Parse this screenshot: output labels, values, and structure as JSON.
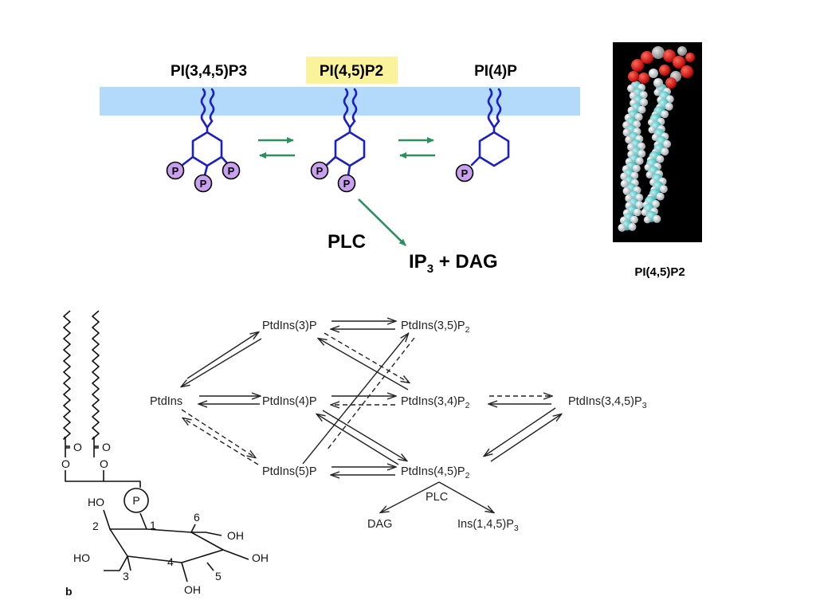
{
  "colors": {
    "membrane": "#b3d9fb",
    "lipid": "#1b1fc6",
    "arrow_green": "#2e8f5e",
    "phosphate_fill": "#c9a0ee",
    "highlight": "#fbf39b"
  },
  "top_diagram": {
    "labels": {
      "pip3": "PI(3,4,5)P3",
      "pip2": "PI(4,5)P2",
      "pi4p": "PI(4)P"
    },
    "phosphate": "P",
    "plc": "PLC",
    "products": {
      "ip": "IP",
      "sub": "3",
      "rest": " + DAG"
    }
  },
  "model": {
    "caption": "PI(4,5)P2"
  },
  "network": {
    "ptdins": "PtdIns",
    "p3": "PtdIns(3)P",
    "p4": "PtdIns(4)P",
    "p5": "PtdIns(5)P",
    "p35": {
      "base": "PtdIns(3,5)P",
      "sub": "2"
    },
    "p34": {
      "base": "PtdIns(3,4)P",
      "sub": "2"
    },
    "p45": {
      "base": "PtdIns(4,5)P",
      "sub": "2"
    },
    "p345": {
      "base": "PtdIns(3,4,5)P",
      "sub": "3"
    },
    "plc": "PLC",
    "dag": "DAG",
    "ins": {
      "base": "Ins(1,4,5)P",
      "sub": "3"
    }
  },
  "structure": {
    "oxygen": "O",
    "phosphate": "P",
    "ho2": "HO",
    "ho3": "HO",
    "oh4": "OH",
    "oh5": "OH",
    "oh6": "OH",
    "num1": "1",
    "num2": "2",
    "num3": "3",
    "num4": "4",
    "num5": "5",
    "num6": "6",
    "letter": "b"
  }
}
